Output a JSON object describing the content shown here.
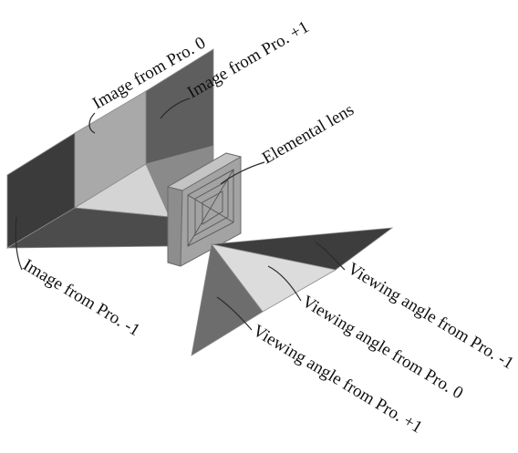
{
  "labels": {
    "image_pro_0": "Image from Pro. 0",
    "image_pro_plus1": "Image from Pro. +1",
    "elemental_lens": "Elemental lens",
    "image_pro_minus1": "Image from Pro. -1",
    "viewing_pro_minus1": "Viewing angle from Pro. -1",
    "viewing_pro_0": "Viewing angle from Pro. 0",
    "viewing_pro_plus1": "Viewing angle from Pro. +1"
  },
  "colors": {
    "dark_face": "#3d3d3d",
    "mid_face": "#7a7a7a",
    "light_face": "#bdbdbd",
    "lightest_face": "#dcdcdc",
    "lens_face": "#a3a3a3"
  }
}
